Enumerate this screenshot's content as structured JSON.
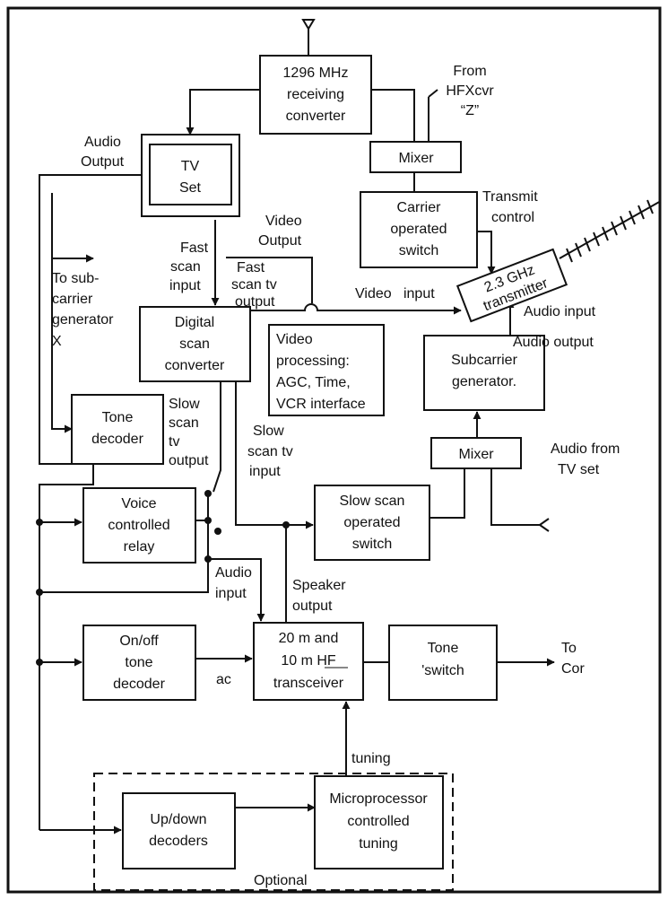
{
  "blocks": {
    "receiving_converter": [
      "1296 MHz",
      "receiving",
      "converter"
    ],
    "mixer_top": [
      "Mixer"
    ],
    "tv_set": [
      "TV",
      "Set"
    ],
    "carrier_switch": [
      "Carrier",
      "operated",
      "switch"
    ],
    "transmitter": [
      "2.3 GHz",
      "transmitter"
    ],
    "digital_scan": [
      "Digital",
      "scan",
      "converter"
    ],
    "video_processing": [
      "Video",
      "processing:",
      "AGC, Time,",
      "VCR interface"
    ],
    "subcarrier_gen": [
      "Subcarrier",
      "generator."
    ],
    "tone_decoder": [
      "Tone",
      "decoder"
    ],
    "mixer_mid": [
      "Mixer"
    ],
    "voice_relay": [
      "Voice",
      "controlled",
      "relay"
    ],
    "slow_scan_switch": [
      "Slow scan",
      "operated",
      "switch"
    ],
    "onoff_decoder": [
      "On/off",
      "tone",
      "decoder"
    ],
    "hf_transceiver": [
      "20 m and",
      "10 m  HF",
      "transceiver"
    ],
    "tone_switch": [
      "Tone",
      "'switch"
    ],
    "updown_decoders": [
      "Up/down",
      "decoders"
    ],
    "micro_tuning": [
      "Microprocessor",
      "controlled",
      "tuning"
    ]
  },
  "labels": {
    "from_hfxcvr": [
      "From",
      "HFXcvr",
      "“Z”"
    ],
    "audio_output_tv": [
      "Audio",
      "Output"
    ],
    "transmit_control": [
      "Transmit",
      "control"
    ],
    "video_output": [
      "Video",
      "Output"
    ],
    "fast_scan_input": [
      "Fast",
      "scan",
      "input"
    ],
    "fast_scan_tv_output": [
      "Fast",
      "scan tv",
      "output"
    ],
    "to_subcarrier": [
      "To sub-",
      "carrier",
      "generator",
      "X"
    ],
    "video_input": "Video   input",
    "audio_input_tx": "Audio input",
    "audio_output_sub": "Audio output",
    "slow_scan_tv_output": [
      "Slow",
      "scan",
      "tv",
      "output"
    ],
    "slow_scan_tv_input": [
      "Slow",
      "scan tv",
      "input"
    ],
    "audio_from_tv": [
      "Audio from",
      "TV set"
    ],
    "audio_input_hf": [
      "Audio",
      "input"
    ],
    "speaker_output": [
      "Speaker",
      "output"
    ],
    "ac": "ac",
    "to_cor": [
      "To",
      "Cor"
    ],
    "tuning": "tuning",
    "optional": "Optional"
  }
}
